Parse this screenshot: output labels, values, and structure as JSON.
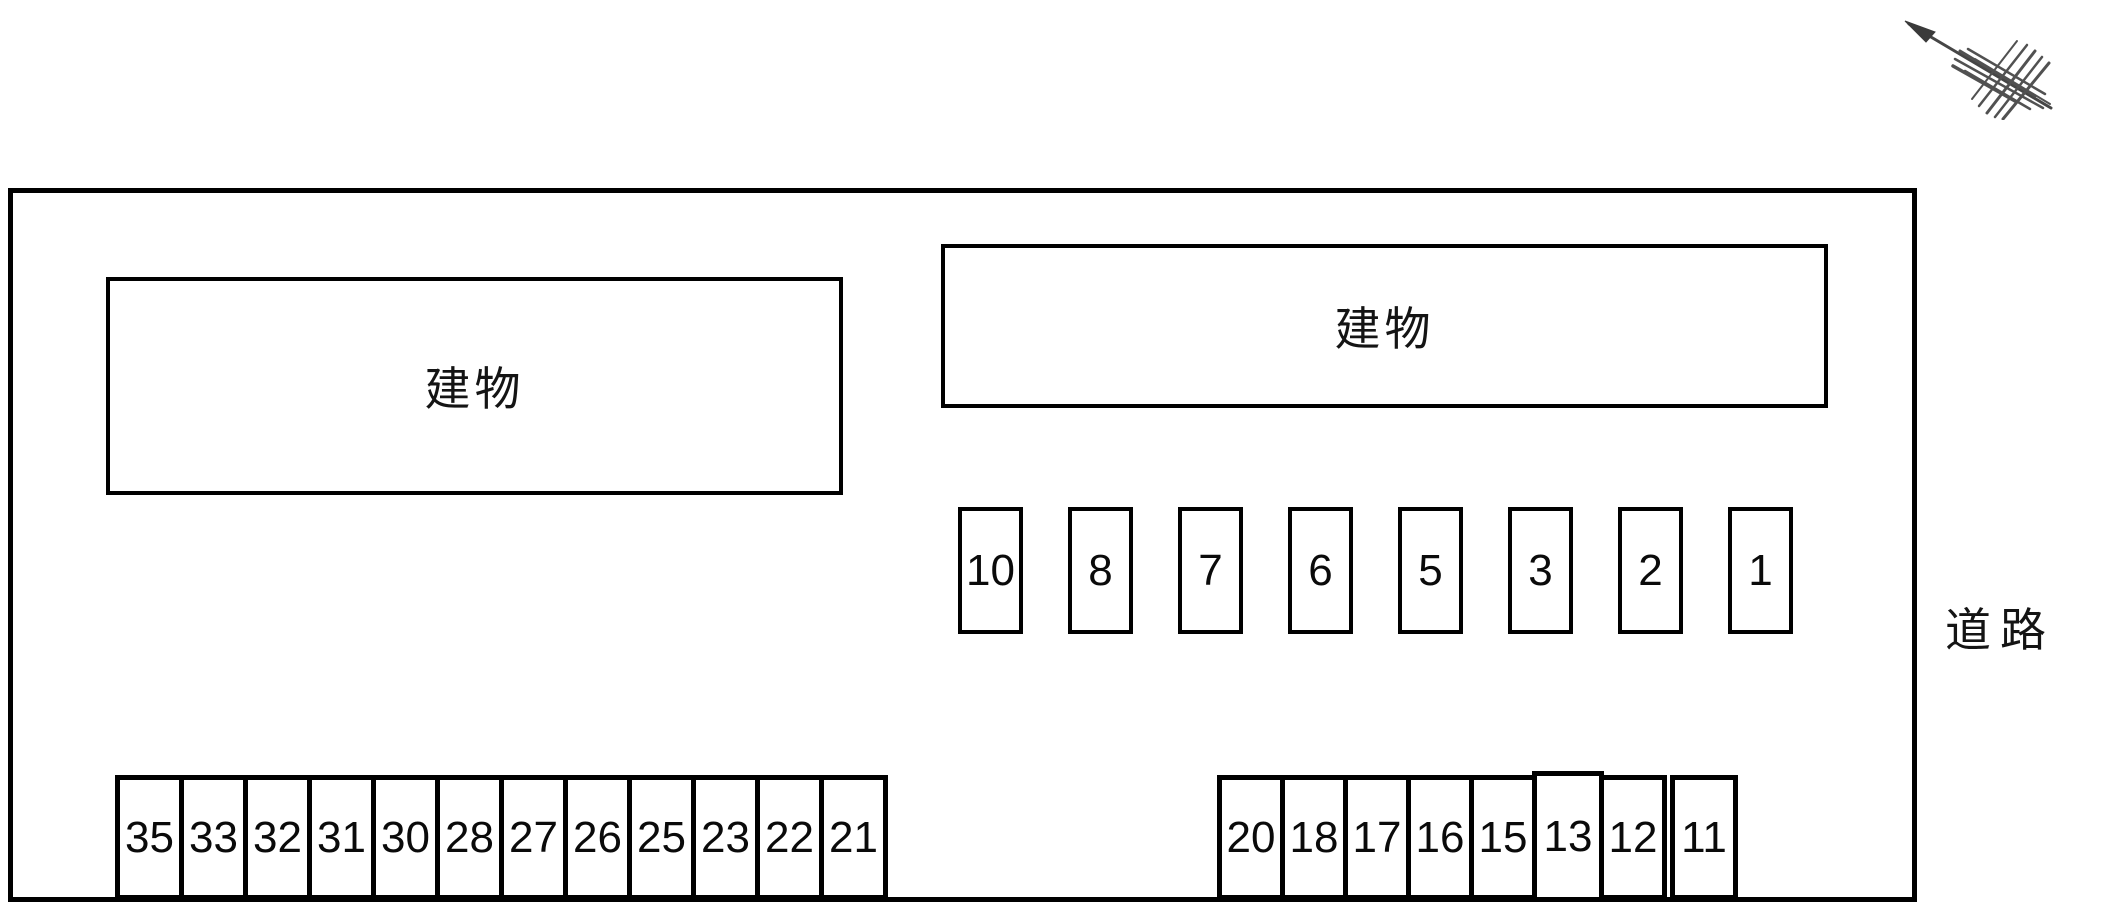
{
  "buildings": {
    "left_label": "建物",
    "right_label": "建物"
  },
  "road": {
    "label": "道路"
  },
  "north_arrow": {
    "icon": "north-arrow",
    "direction": "upper-left"
  },
  "parking": {
    "middle_row": [
      "10",
      "8",
      "7",
      "6",
      "5",
      "3",
      "2",
      "1"
    ],
    "bottom_left_row": [
      "35",
      "33",
      "32",
      "31",
      "30",
      "28",
      "27",
      "26",
      "25",
      "23",
      "22",
      "21"
    ],
    "bottom_right_row": [
      "20",
      "18",
      "17",
      "16",
      "15",
      "13",
      "12",
      "11"
    ]
  },
  "colors": {
    "line": "#000000",
    "background": "#ffffff",
    "pencil_arrow": "#3f3f3f"
  }
}
